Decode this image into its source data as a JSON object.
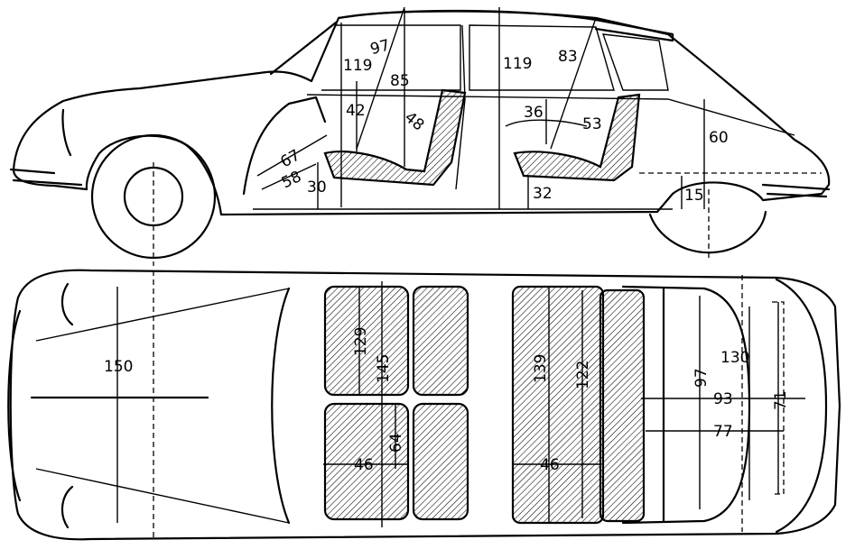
{
  "side_view": {
    "dimensions": {
      "d119_front": "119",
      "d97": "97",
      "d85": "85",
      "d119_center": "119",
      "d83": "83",
      "d42": "42",
      "d48": "48",
      "d36": "36",
      "d53": "53",
      "d60": "60",
      "d67": "67",
      "d58": "58",
      "d30": "30",
      "d32": "32",
      "d15": "15"
    }
  },
  "top_view": {
    "dimensions": {
      "d150": "150",
      "d129": "129",
      "d145": "145",
      "d64": "64",
      "d46_front": "46",
      "d139": "139",
      "d122": "122",
      "d46_rear": "46",
      "d97": "97",
      "d130": "130",
      "d93": "93",
      "d77": "77",
      "d71": "71"
    }
  },
  "colors": {
    "line": "#000000",
    "background": "#ffffff"
  }
}
